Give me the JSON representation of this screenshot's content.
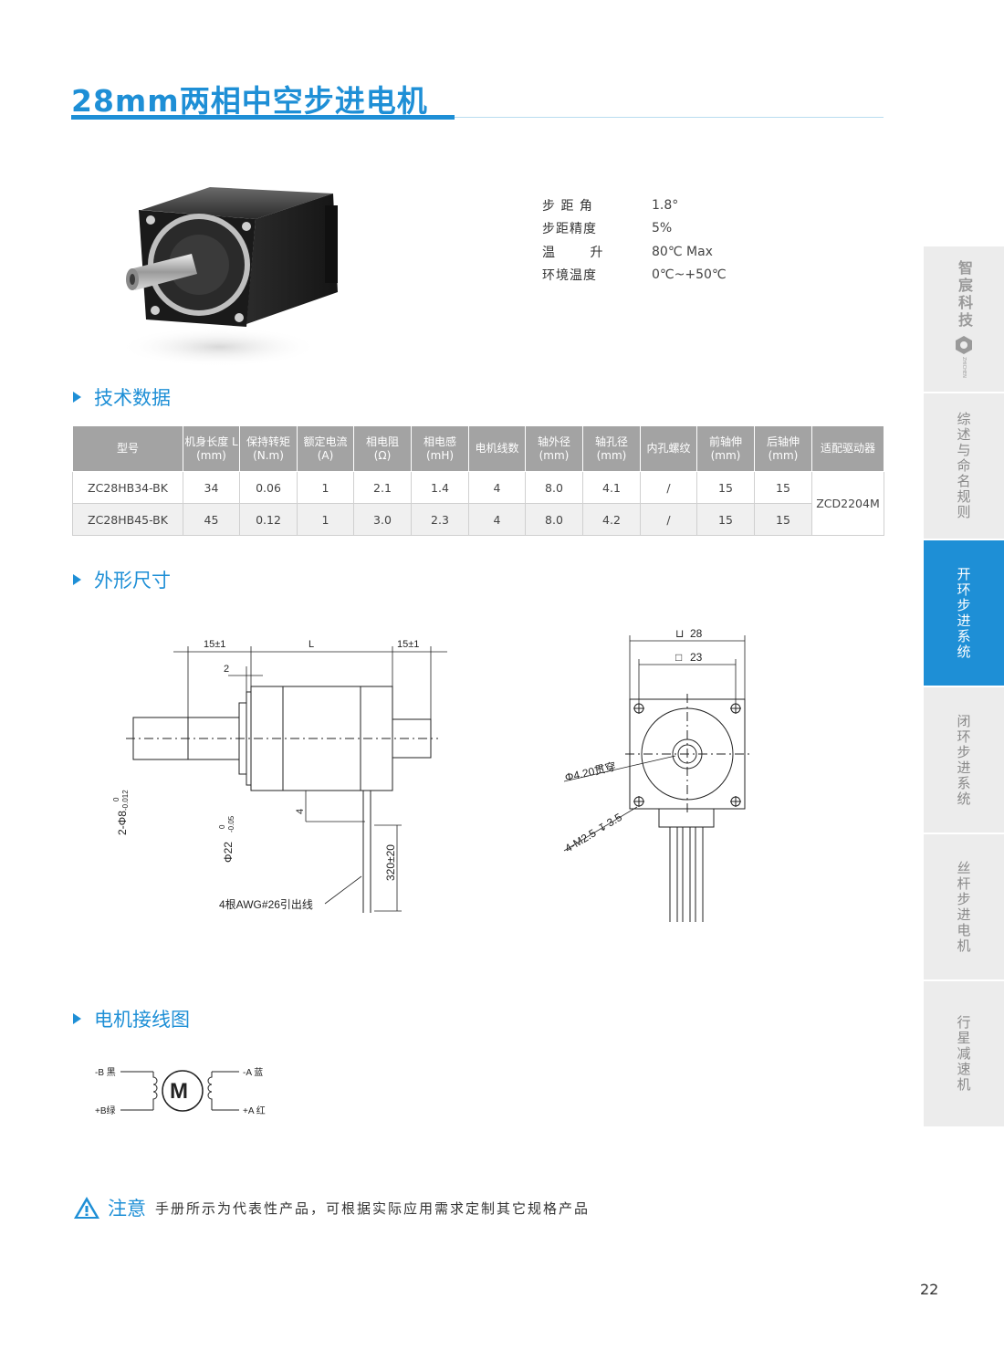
{
  "title": "28mm两相中空步进电机",
  "specs": [
    {
      "label": "步 距 角",
      "value": "1.8°"
    },
    {
      "label": "步距精度",
      "value": "5%"
    },
    {
      "label": "温 升",
      "value": "80℃ Max"
    },
    {
      "label": "环境温度",
      "value": "0℃~+50℃"
    }
  ],
  "sections": {
    "tech": "技术数据",
    "dims": "外形尺寸",
    "wiring": "电机接线图"
  },
  "table": {
    "headers": [
      [
        "型号",
        ""
      ],
      [
        "机身长度 L",
        "(mm)"
      ],
      [
        "保持转矩",
        "(N.m)"
      ],
      [
        "额定电流",
        "(A)"
      ],
      [
        "相电阻",
        "(Ω)"
      ],
      [
        "相电感",
        "(mH)"
      ],
      [
        "电机线数",
        ""
      ],
      [
        "轴外径",
        "(mm)"
      ],
      [
        "轴孔径",
        "(mm)"
      ],
      [
        "内孔螺纹",
        ""
      ],
      [
        "前轴伸",
        "(mm)"
      ],
      [
        "后轴伸",
        "(mm)"
      ],
      [
        "适配驱动器",
        ""
      ]
    ],
    "rows": [
      [
        "ZC28HB34-BK",
        "34",
        "0.06",
        "1",
        "2.1",
        "1.4",
        "4",
        "8.0",
        "4.1",
        "/",
        "15",
        "15"
      ],
      [
        "ZC28HB45-BK",
        "45",
        "0.12",
        "1",
        "3.0",
        "2.3",
        "4",
        "8.0",
        "4.2",
        "/",
        "15",
        "15"
      ]
    ],
    "driver": "ZCD2204M"
  },
  "drawing": {
    "dim_front": "15±1",
    "dim_L": "L",
    "dim_rear": "15±1",
    "dim_2": "2",
    "dim_4": "4",
    "shaft_dia": "2-Φ8",
    "shaft_tol_top": "0",
    "shaft_tol_bottom": "-0.012",
    "pilot_dia": "Φ22",
    "pilot_tol_top": "0",
    "pilot_tol_bottom": "-0.05",
    "lead_len": "320±20",
    "lead_note": "4根AWG#26引出线",
    "square_outer": "28",
    "square_inner": "23",
    "hole_note": "Φ4.20贯穿",
    "thread_note": "4-M2.5",
    "thread_depth": "3.5"
  },
  "wiring": {
    "b_minus": "-B 黑",
    "b_plus": "+B绿",
    "a_minus": "-A 蓝",
    "a_plus": "+A 红",
    "motor": "M"
  },
  "note": {
    "title": "注意",
    "text": "手册所示为代表性产品，可根据实际应用需求定制其它规格产品"
  },
  "page_number": "22",
  "sidebar": {
    "logo_text": "智宸科技",
    "logo_sub": "ZHICHEN",
    "tabs": [
      "综述与命名规则",
      "开环步进系统",
      "闭环步进系统",
      "丝杆步进电机",
      "行星减速机"
    ]
  },
  "colors": {
    "accent": "#1e8fd6",
    "table_header": "#a3a3a3",
    "sidebar": "#ececec"
  }
}
